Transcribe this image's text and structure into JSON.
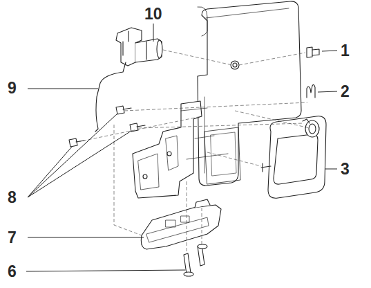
{
  "diagram": {
    "labels": [
      "10",
      "1",
      "2",
      "9",
      "3",
      "8",
      "7",
      "6"
    ]
  }
}
